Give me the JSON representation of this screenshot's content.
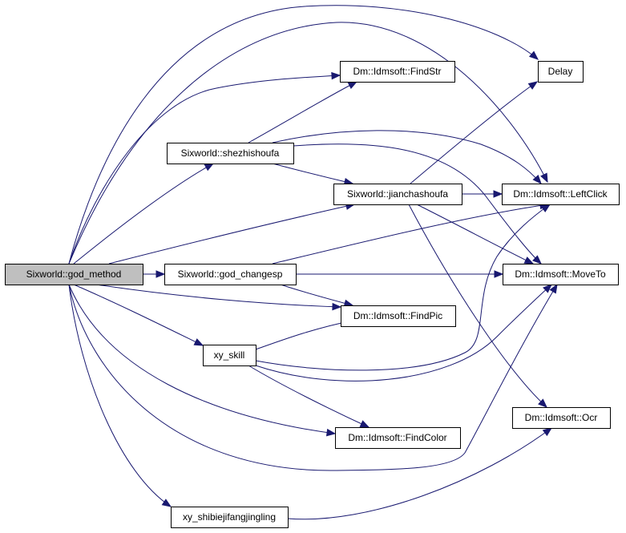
{
  "nodes": [
    {
      "id": "god_method",
      "label": "Sixworld::god_method",
      "root": true
    },
    {
      "id": "god_changesp",
      "label": "Sixworld::god_changesp"
    },
    {
      "id": "shezhishoufa",
      "label": "Sixworld::shezhishoufa"
    },
    {
      "id": "jianchashoufa",
      "label": "Sixworld::jianchashoufa"
    },
    {
      "id": "xy_skill",
      "label": "xy_skill"
    },
    {
      "id": "xy_shibie",
      "label": "xy_shibiejifangjingling"
    },
    {
      "id": "FindStr",
      "label": "Dm::Idmsoft::FindStr"
    },
    {
      "id": "FindPic",
      "label": "Dm::Idmsoft::FindPic"
    },
    {
      "id": "FindColor",
      "label": "Dm::Idmsoft::FindColor"
    },
    {
      "id": "Delay",
      "label": "Delay"
    },
    {
      "id": "LeftClick",
      "label": "Dm::Idmsoft::LeftClick"
    },
    {
      "id": "MoveTo",
      "label": "Dm::Idmsoft::MoveTo"
    },
    {
      "id": "Ocr",
      "label": "Dm::Idmsoft::Ocr"
    }
  ],
  "edges": [
    {
      "from": "god_method",
      "to": "Delay"
    },
    {
      "from": "god_method",
      "to": "LeftClick"
    },
    {
      "from": "god_method",
      "to": "FindStr"
    },
    {
      "from": "god_method",
      "to": "shezhishoufa"
    },
    {
      "from": "god_method",
      "to": "jianchashoufa"
    },
    {
      "from": "god_method",
      "to": "god_changesp"
    },
    {
      "from": "god_method",
      "to": "FindPic"
    },
    {
      "from": "god_method",
      "to": "xy_skill"
    },
    {
      "from": "god_method",
      "to": "FindColor"
    },
    {
      "from": "god_method",
      "to": "MoveTo"
    },
    {
      "from": "god_method",
      "to": "xy_shibie"
    },
    {
      "from": "shezhishoufa",
      "to": "FindStr"
    },
    {
      "from": "shezhishoufa",
      "to": "LeftClick"
    },
    {
      "from": "shezhishoufa",
      "to": "MoveTo"
    },
    {
      "from": "shezhishoufa",
      "to": "jianchashoufa"
    },
    {
      "from": "jianchashoufa",
      "to": "Delay"
    },
    {
      "from": "jianchashoufa",
      "to": "LeftClick"
    },
    {
      "from": "jianchashoufa",
      "to": "MoveTo"
    },
    {
      "from": "jianchashoufa",
      "to": "Ocr"
    },
    {
      "from": "god_changesp",
      "to": "MoveTo"
    },
    {
      "from": "god_changesp",
      "to": "LeftClick"
    },
    {
      "from": "god_changesp",
      "to": "FindPic"
    },
    {
      "from": "xy_skill",
      "to": "FindPic"
    },
    {
      "from": "xy_skill",
      "to": "LeftClick"
    },
    {
      "from": "xy_skill",
      "to": "MoveTo"
    },
    {
      "from": "xy_skill",
      "to": "FindColor"
    },
    {
      "from": "xy_shibie",
      "to": "Ocr"
    }
  ]
}
